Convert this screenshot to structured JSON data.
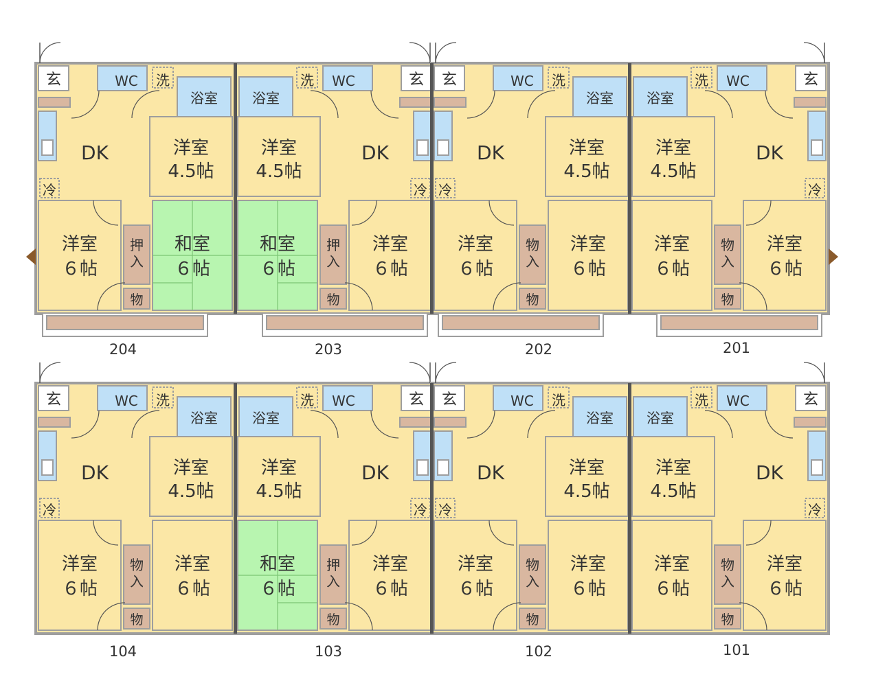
{
  "labels": {
    "entrance": "玄",
    "wc": "WC",
    "washer": "洗",
    "bath": "浴室",
    "fridge": "冷",
    "dk": "DK",
    "western": "洋室",
    "japanese": "和室",
    "size_small": "4.5帖",
    "size_large": "６帖",
    "oshiire": "押入",
    "monoire": "物入",
    "mono": "物"
  },
  "units": {
    "upper": [
      "204",
      "203",
      "202",
      "201"
    ],
    "lower": [
      "104",
      "103",
      "102",
      "101"
    ]
  },
  "colors": {
    "floor": "#fbe7a6",
    "tatami": "#b8f5b0",
    "bath": "#bfe0f7",
    "storage": "#d9b7a0",
    "wall": "#9e9e9e",
    "party_wall": "#555555",
    "washer": "#fbe7a6"
  }
}
